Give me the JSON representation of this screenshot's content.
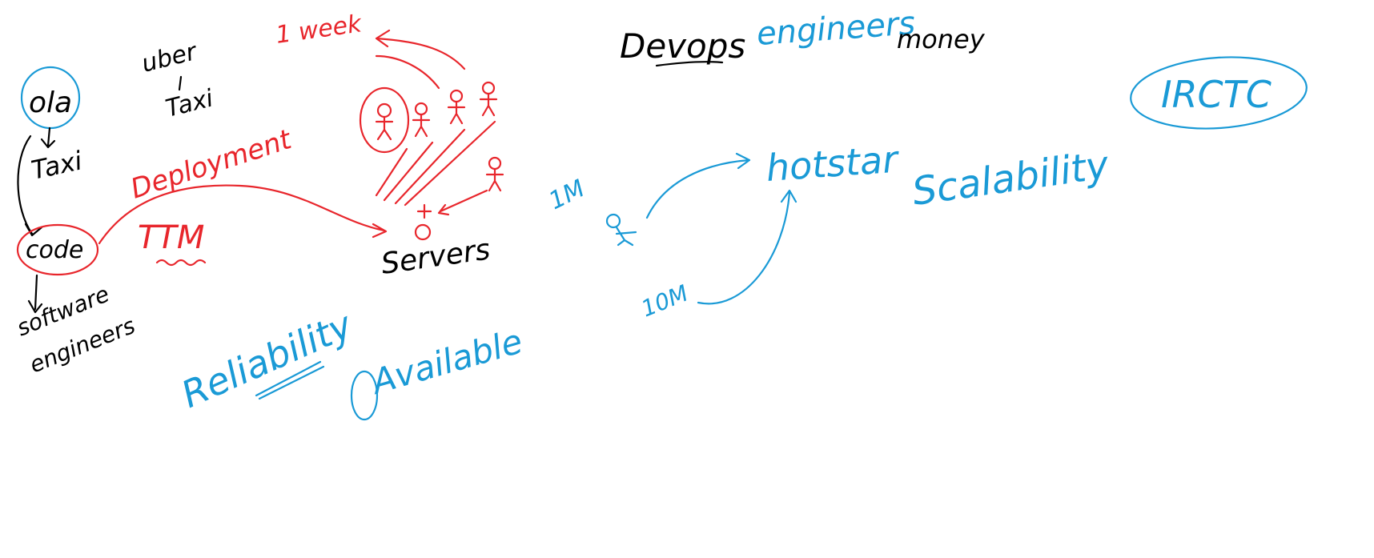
{
  "colors": {
    "ink_black": "#000000",
    "ink_red": "#e8262c",
    "ink_blue": "#1a9ad6",
    "background": "#ffffff"
  },
  "left": {
    "ola": "ola",
    "taxi_under_ola": "Taxi",
    "uber": "uber",
    "taxi_under_uber": "Taxi",
    "code": "code",
    "software": "software",
    "engineers": "engineers"
  },
  "deployment": {
    "one_week": "1 week",
    "deployment": "Deployment",
    "ttm": "TTM",
    "servers": "Servers"
  },
  "qualities": {
    "reliability": "Reliability",
    "available": "Available"
  },
  "top": {
    "devops": "Devops",
    "engineers": "engineers",
    "money": "money"
  },
  "scale": {
    "one_m": "1M",
    "ten_m": "10M",
    "hotstar": "hotstar",
    "scalability": "Scalability",
    "irctc": "IRCTC"
  }
}
